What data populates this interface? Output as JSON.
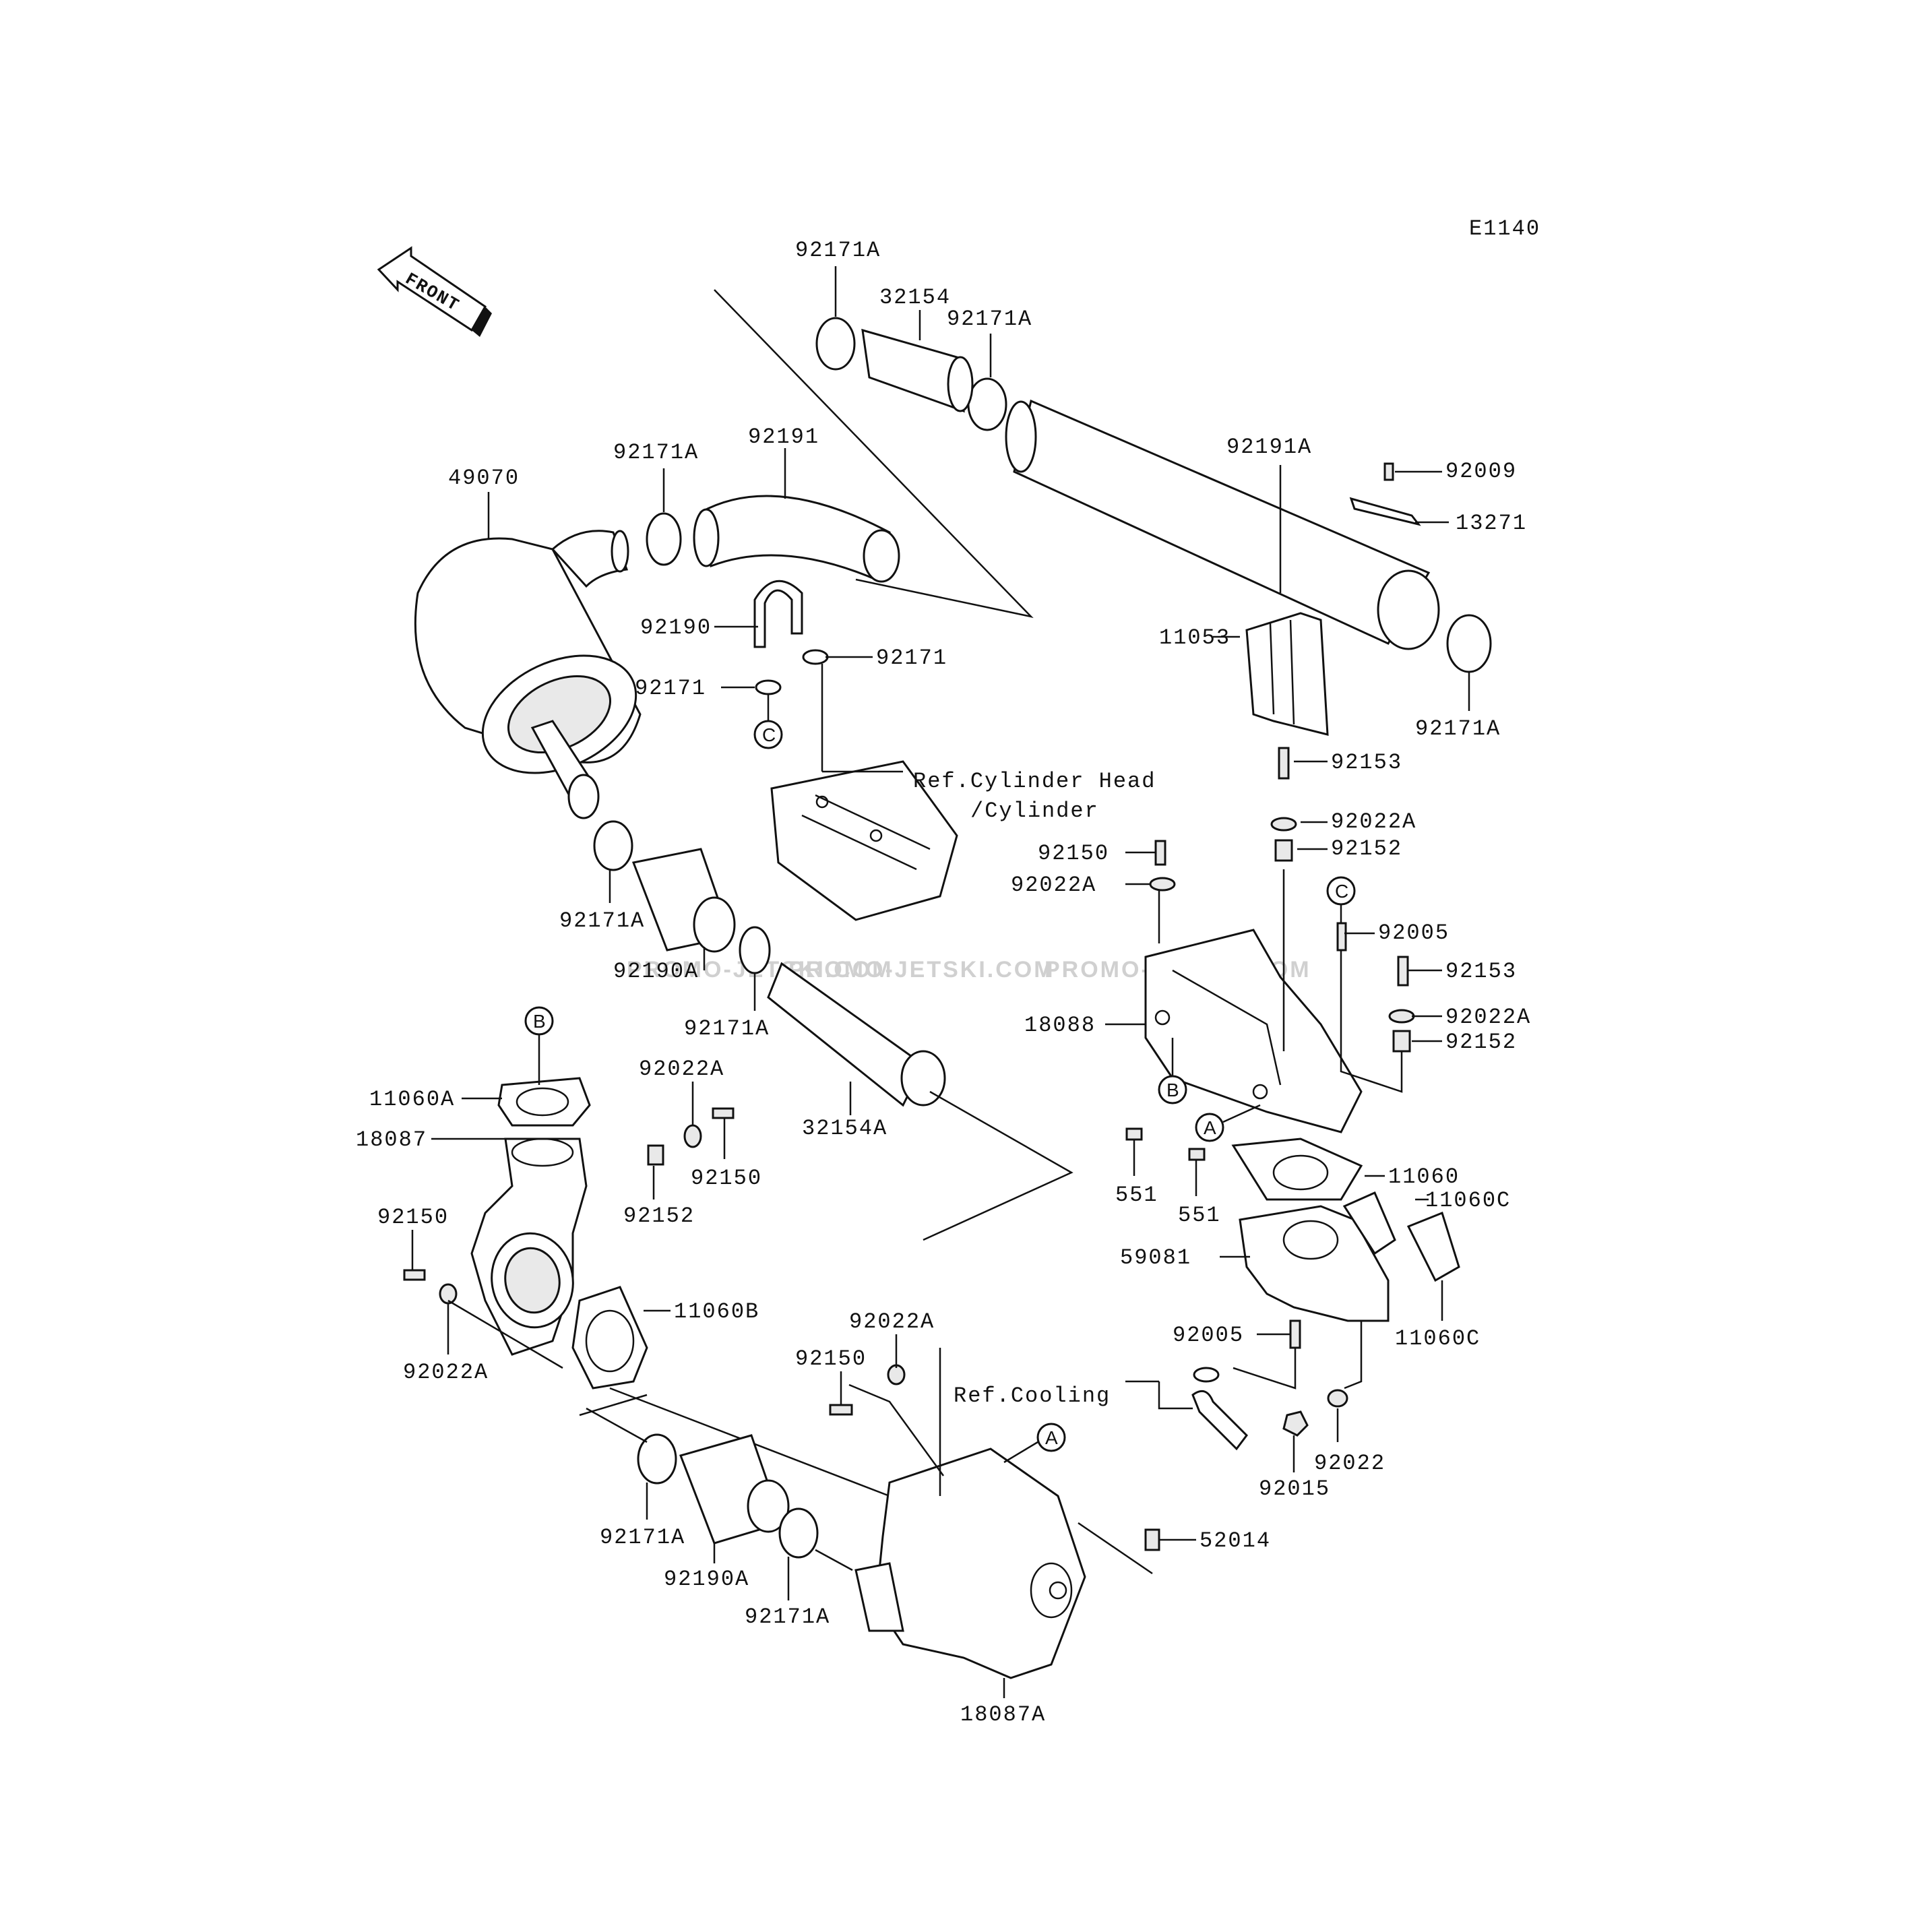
{
  "figure_code": "E1140",
  "front_label": "FRONT",
  "watermark": [
    "PROMO-JETSKI.COM",
    "PROMO-JETSKI.COM",
    "PROMO-JETSKI.COM"
  ],
  "references": {
    "cylinder_head_line1": "Ref.Cylinder Head",
    "cylinder_head_line2": "/Cylinder",
    "cooling": "Ref.Cooling"
  },
  "circle_markers": {
    "a1": "A",
    "a2": "A",
    "b1": "B",
    "b2": "B",
    "c1": "C",
    "c2": "C"
  },
  "part_labels": {
    "p92171A_top": "92171A",
    "p32154": "32154",
    "p92171A_top2": "92171A",
    "p92171A_mid": "92171A",
    "p92191": "92191",
    "p49070": "49070",
    "p92191A": "92191A",
    "p92009": "92009",
    "p13271": "13271",
    "p92190": "92190",
    "p92171_r": "92171",
    "p92171_l": "92171",
    "p11053": "11053",
    "p92171A_right": "92171A",
    "p92153_a": "92153",
    "p92022A_a": "92022A",
    "p92150_a": "92150",
    "p92152_a": "92152",
    "p92022A_b": "92022A",
    "p92005_a": "92005",
    "p92171A_left": "92171A",
    "p92190A_a": "92190A",
    "p92153_b": "92153",
    "p92022A_c": "92022A",
    "p18088": "18088",
    "p92171A_lower": "92171A",
    "p92152_b": "92152",
    "p11060A": "11060A",
    "p92022A_d": "92022A",
    "p18087": "18087",
    "p32154A": "32154A",
    "p92150_b": "92150",
    "p92152_c": "92152",
    "p551_a": "551",
    "p551_b": "551",
    "p11060": "11060",
    "p11060C_a": "11060C",
    "p92150_c": "92150",
    "p59081": "59081",
    "p11060B": "11060B",
    "p92022A_e": "92022A",
    "p11060C_b": "11060C",
    "p92005_b": "92005",
    "p92022A_f": "92022A",
    "p92150_d": "92150",
    "p92022": "92022",
    "p92015": "92015",
    "p52014": "52014",
    "p92171A_bot1": "92171A",
    "p92190A_b": "92190A",
    "p92171A_bot2": "92171A",
    "p18087A": "18087A"
  }
}
